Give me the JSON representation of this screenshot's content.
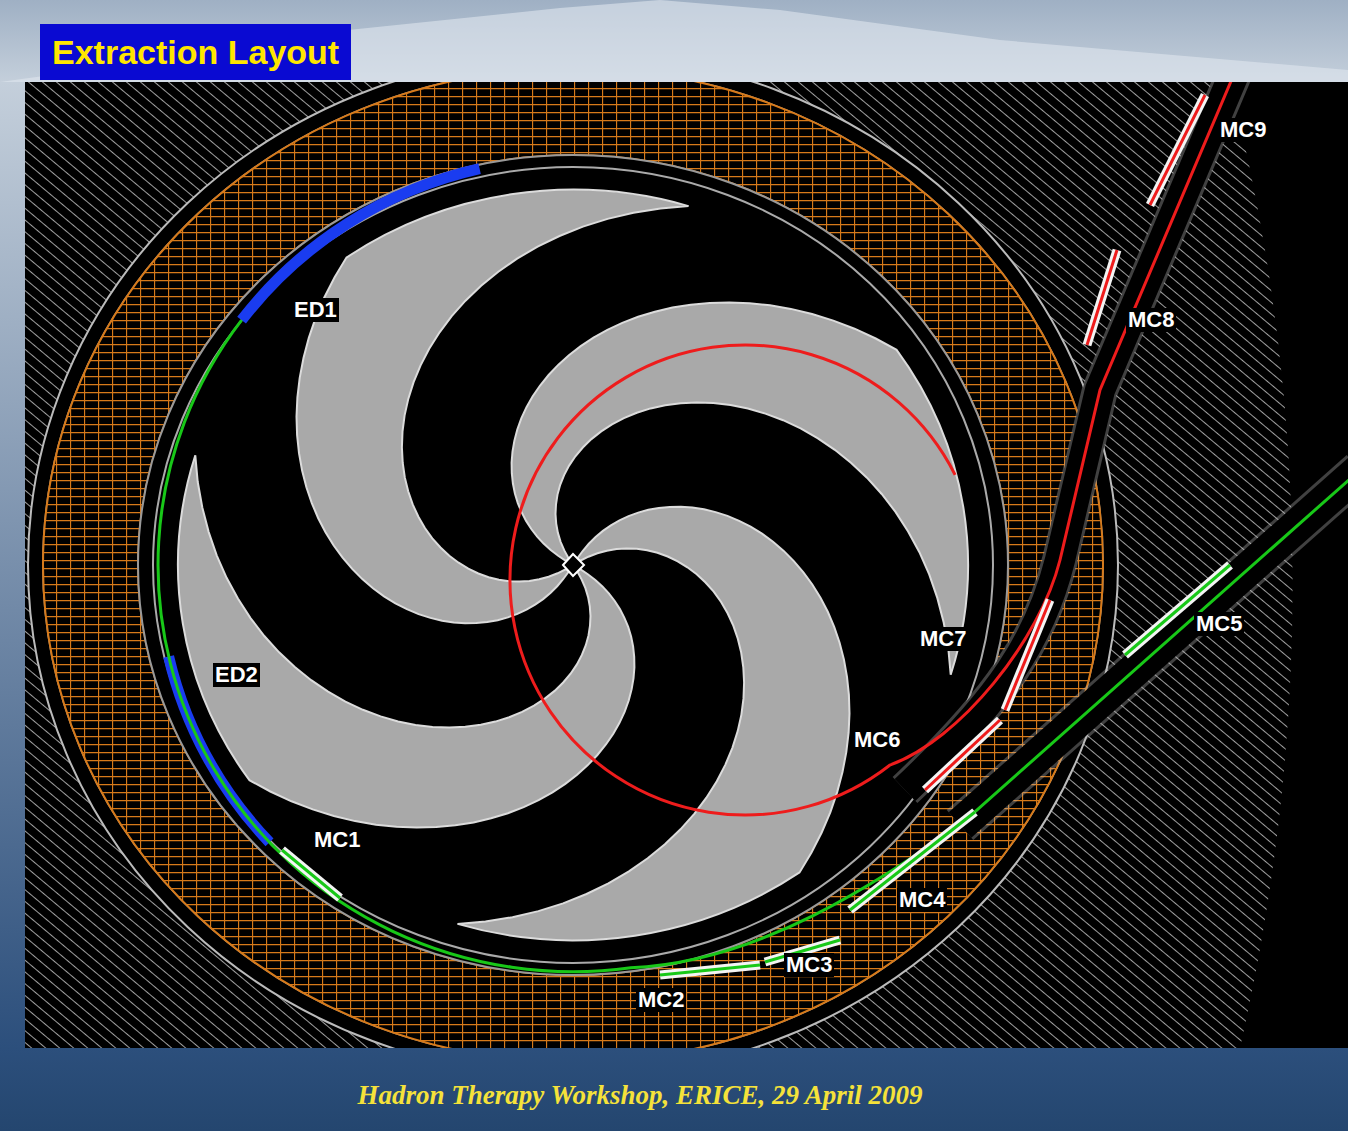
{
  "diagram": {
    "title": "Extraction Layout",
    "caption": "Hadron Therapy Workshop, ERICE, 29 April 2009",
    "labels": [
      "ED1",
      "ED2",
      "MC1",
      "MC2",
      "MC3",
      "MC4",
      "MC5",
      "MC6",
      "MC7",
      "MC8",
      "MC9"
    ]
  }
}
